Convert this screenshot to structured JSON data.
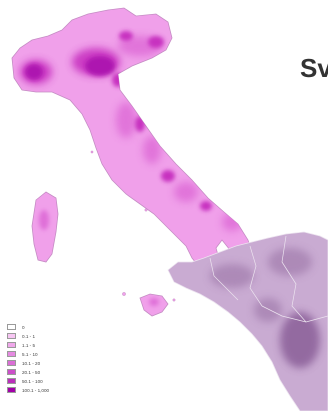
{
  "title": "Sv",
  "colors": {
    "italy_base": "#f0a0ea",
    "italy_mid": "#df6fd8",
    "italy_dark": "#c733c0",
    "italy_darkest": "#ad14b0",
    "italy_border": "#c58cc4",
    "balkans_base": "#c9abd2",
    "balkans_mid": "#a884b3",
    "balkans_dark": "#8a5e98",
    "balkans_border": "#ece3ef",
    "sea": "#ffffff"
  },
  "legend": {
    "items": [
      {
        "label": "0",
        "color": "#ffffff"
      },
      {
        "label": "0.1 - 1",
        "color": "#f7c6f3"
      },
      {
        "label": "1.1 - 5",
        "color": "#f0a8eb"
      },
      {
        "label": "5.1 - 10",
        "color": "#e58ae1"
      },
      {
        "label": "10.1 - 20",
        "color": "#da6ed5"
      },
      {
        "label": "20.1 - 50",
        "color": "#cc4fc9"
      },
      {
        "label": "50.1 - 100",
        "color": "#bb2fbb"
      },
      {
        "label": "100.1 - 1,000",
        "color": "#a200a8"
      }
    ]
  }
}
